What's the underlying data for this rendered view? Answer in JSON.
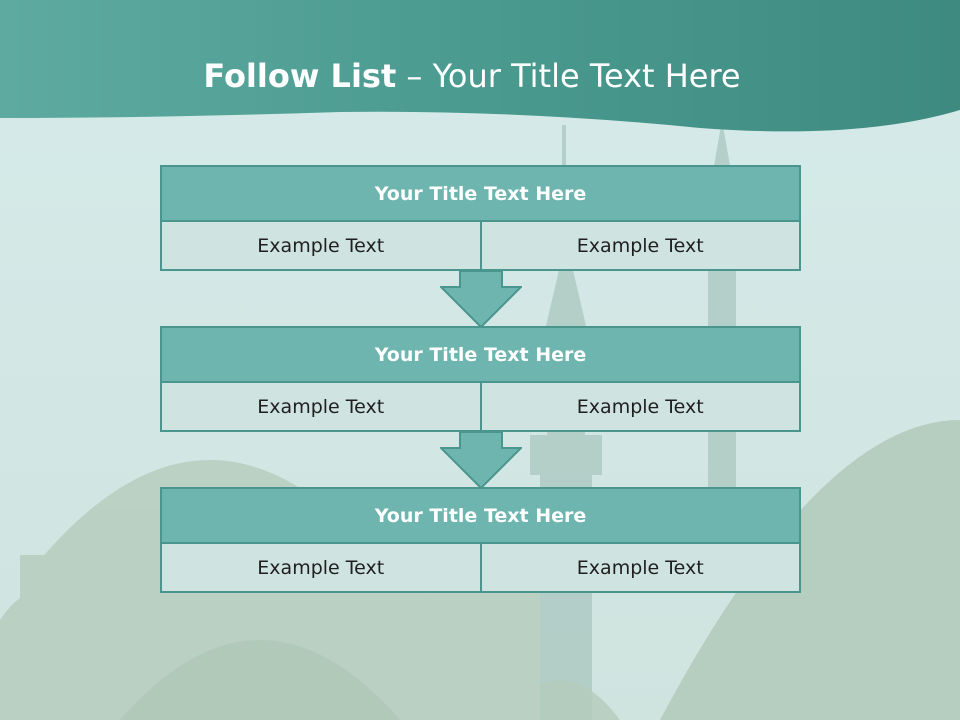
{
  "slide": {
    "title_bold": "Follow List",
    "title_rest": " – Your Title Text Here"
  },
  "steps": [
    {
      "title": "Your Title Text Here",
      "left": "Example Text",
      "right": "Example Text"
    },
    {
      "title": "Your Title Text Here",
      "left": "Example Text",
      "right": "Example Text"
    },
    {
      "title": "Your Title Text Here",
      "left": "Example Text",
      "right": "Example Text"
    }
  ],
  "colors": {
    "header_band": "#3d8f84",
    "box_fill": "#6db5ae",
    "box_border": "#4a958d",
    "cell_fill": "#cfe4e0"
  }
}
